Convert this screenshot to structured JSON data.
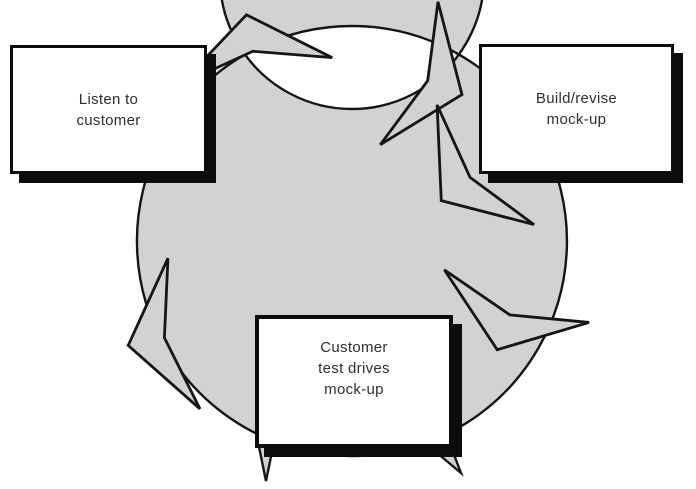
{
  "diagram": {
    "type": "cycle",
    "direction": "clockwise",
    "nodes": [
      {
        "id": "listen",
        "label": "Listen to\ncustomer"
      },
      {
        "id": "build",
        "label": "Build/revise\nmock-up"
      },
      {
        "id": "test",
        "label": "Customer\ntest drives\nmock-up"
      }
    ],
    "sequence": [
      "Listen to customer",
      "Build/revise mock-up",
      "Customer test drives mock-up"
    ],
    "colors": {
      "ring_fill": "#d2d2d2",
      "outline": "#151515",
      "box_background": "#ffffff",
      "box_border": "#0c0c0c",
      "text": "#2f2f2f",
      "background": "#ffffff"
    }
  }
}
